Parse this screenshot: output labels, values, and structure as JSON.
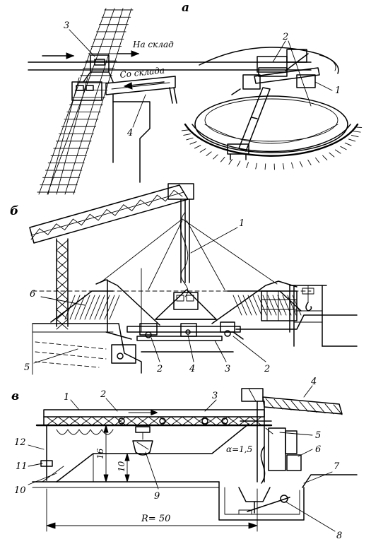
{
  "figure": {
    "panel_a": {
      "letter": "а",
      "to_storage": "На склад",
      "from_storage": "Со склада",
      "labels": [
        "1",
        "2",
        "3",
        "4"
      ]
    },
    "panel_b": {
      "letter": "б",
      "labels": [
        "1",
        "2",
        "2",
        "3",
        "4",
        "5",
        "6"
      ]
    },
    "panel_v": {
      "letter": "в",
      "labels": [
        "1",
        "2",
        "3",
        "4",
        "5",
        "6",
        "7",
        "8",
        "9",
        "10",
        "11",
        "12"
      ],
      "dim_height_16": "16",
      "dim_height_10": "10",
      "slope": "α=1,5",
      "radius": "R= 50"
    }
  }
}
